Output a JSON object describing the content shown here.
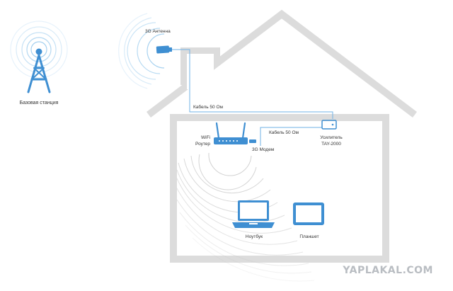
{
  "labels": {
    "base_station": "Базовая станция",
    "antenna": "3G Антенна",
    "cable_top": "Кабель 50 Ом",
    "wifi_router_line1": "WiFi",
    "wifi_router_line2": "Роутер",
    "modem": "3G Модем",
    "cable_mid": "Кабель 50 Ом",
    "amplifier_line1": "Усилитель",
    "amplifier_line2": "TAY-2000",
    "laptop": "Ноутбук",
    "tablet": "Планшет"
  },
  "watermark": "YAPLAKAL.COM",
  "colors": {
    "house_outline": "#dcdcdc",
    "device_blue": "#3f8fd2",
    "cable_blue": "#6fb2e6",
    "wave_blue": "#9fcdee",
    "wave_grey": "#c9c9c9"
  }
}
